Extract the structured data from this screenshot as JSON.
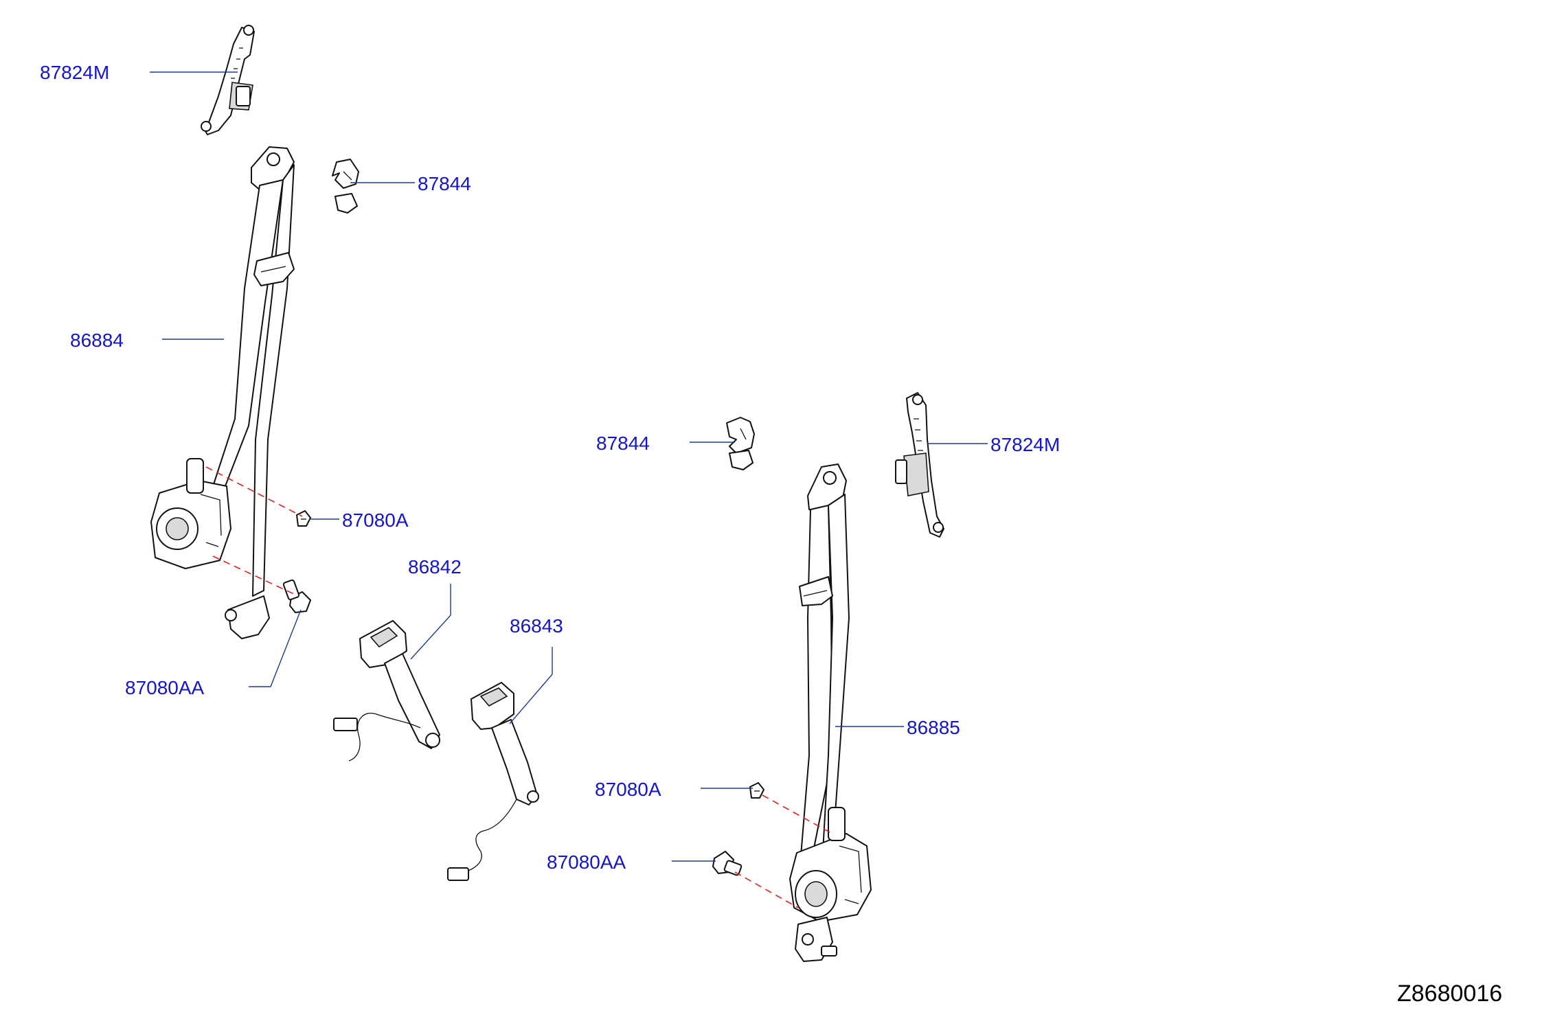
{
  "colors": {
    "label_text": "#1515c8",
    "diagram_id_text": "#000000",
    "leader_line": "#1f3a93",
    "dashed_alignment_line": "#e02020",
    "part_outline": "#111111"
  },
  "parts": {
    "adjuster_upper_left": "87824M",
    "cover_upper_left": "87844",
    "belt_assembly_left": "86884",
    "bolt_small_left": "87080A",
    "buckle_left": "86842",
    "buckle_right": "86843",
    "bolt_large_left": "87080AA",
    "cover_right": "87844",
    "adjuster_right": "87824M",
    "belt_assembly_right": "86885",
    "bolt_small_right": "87080A",
    "bolt_large_right": "87080AA"
  },
  "diagram_id": "Z8680016"
}
